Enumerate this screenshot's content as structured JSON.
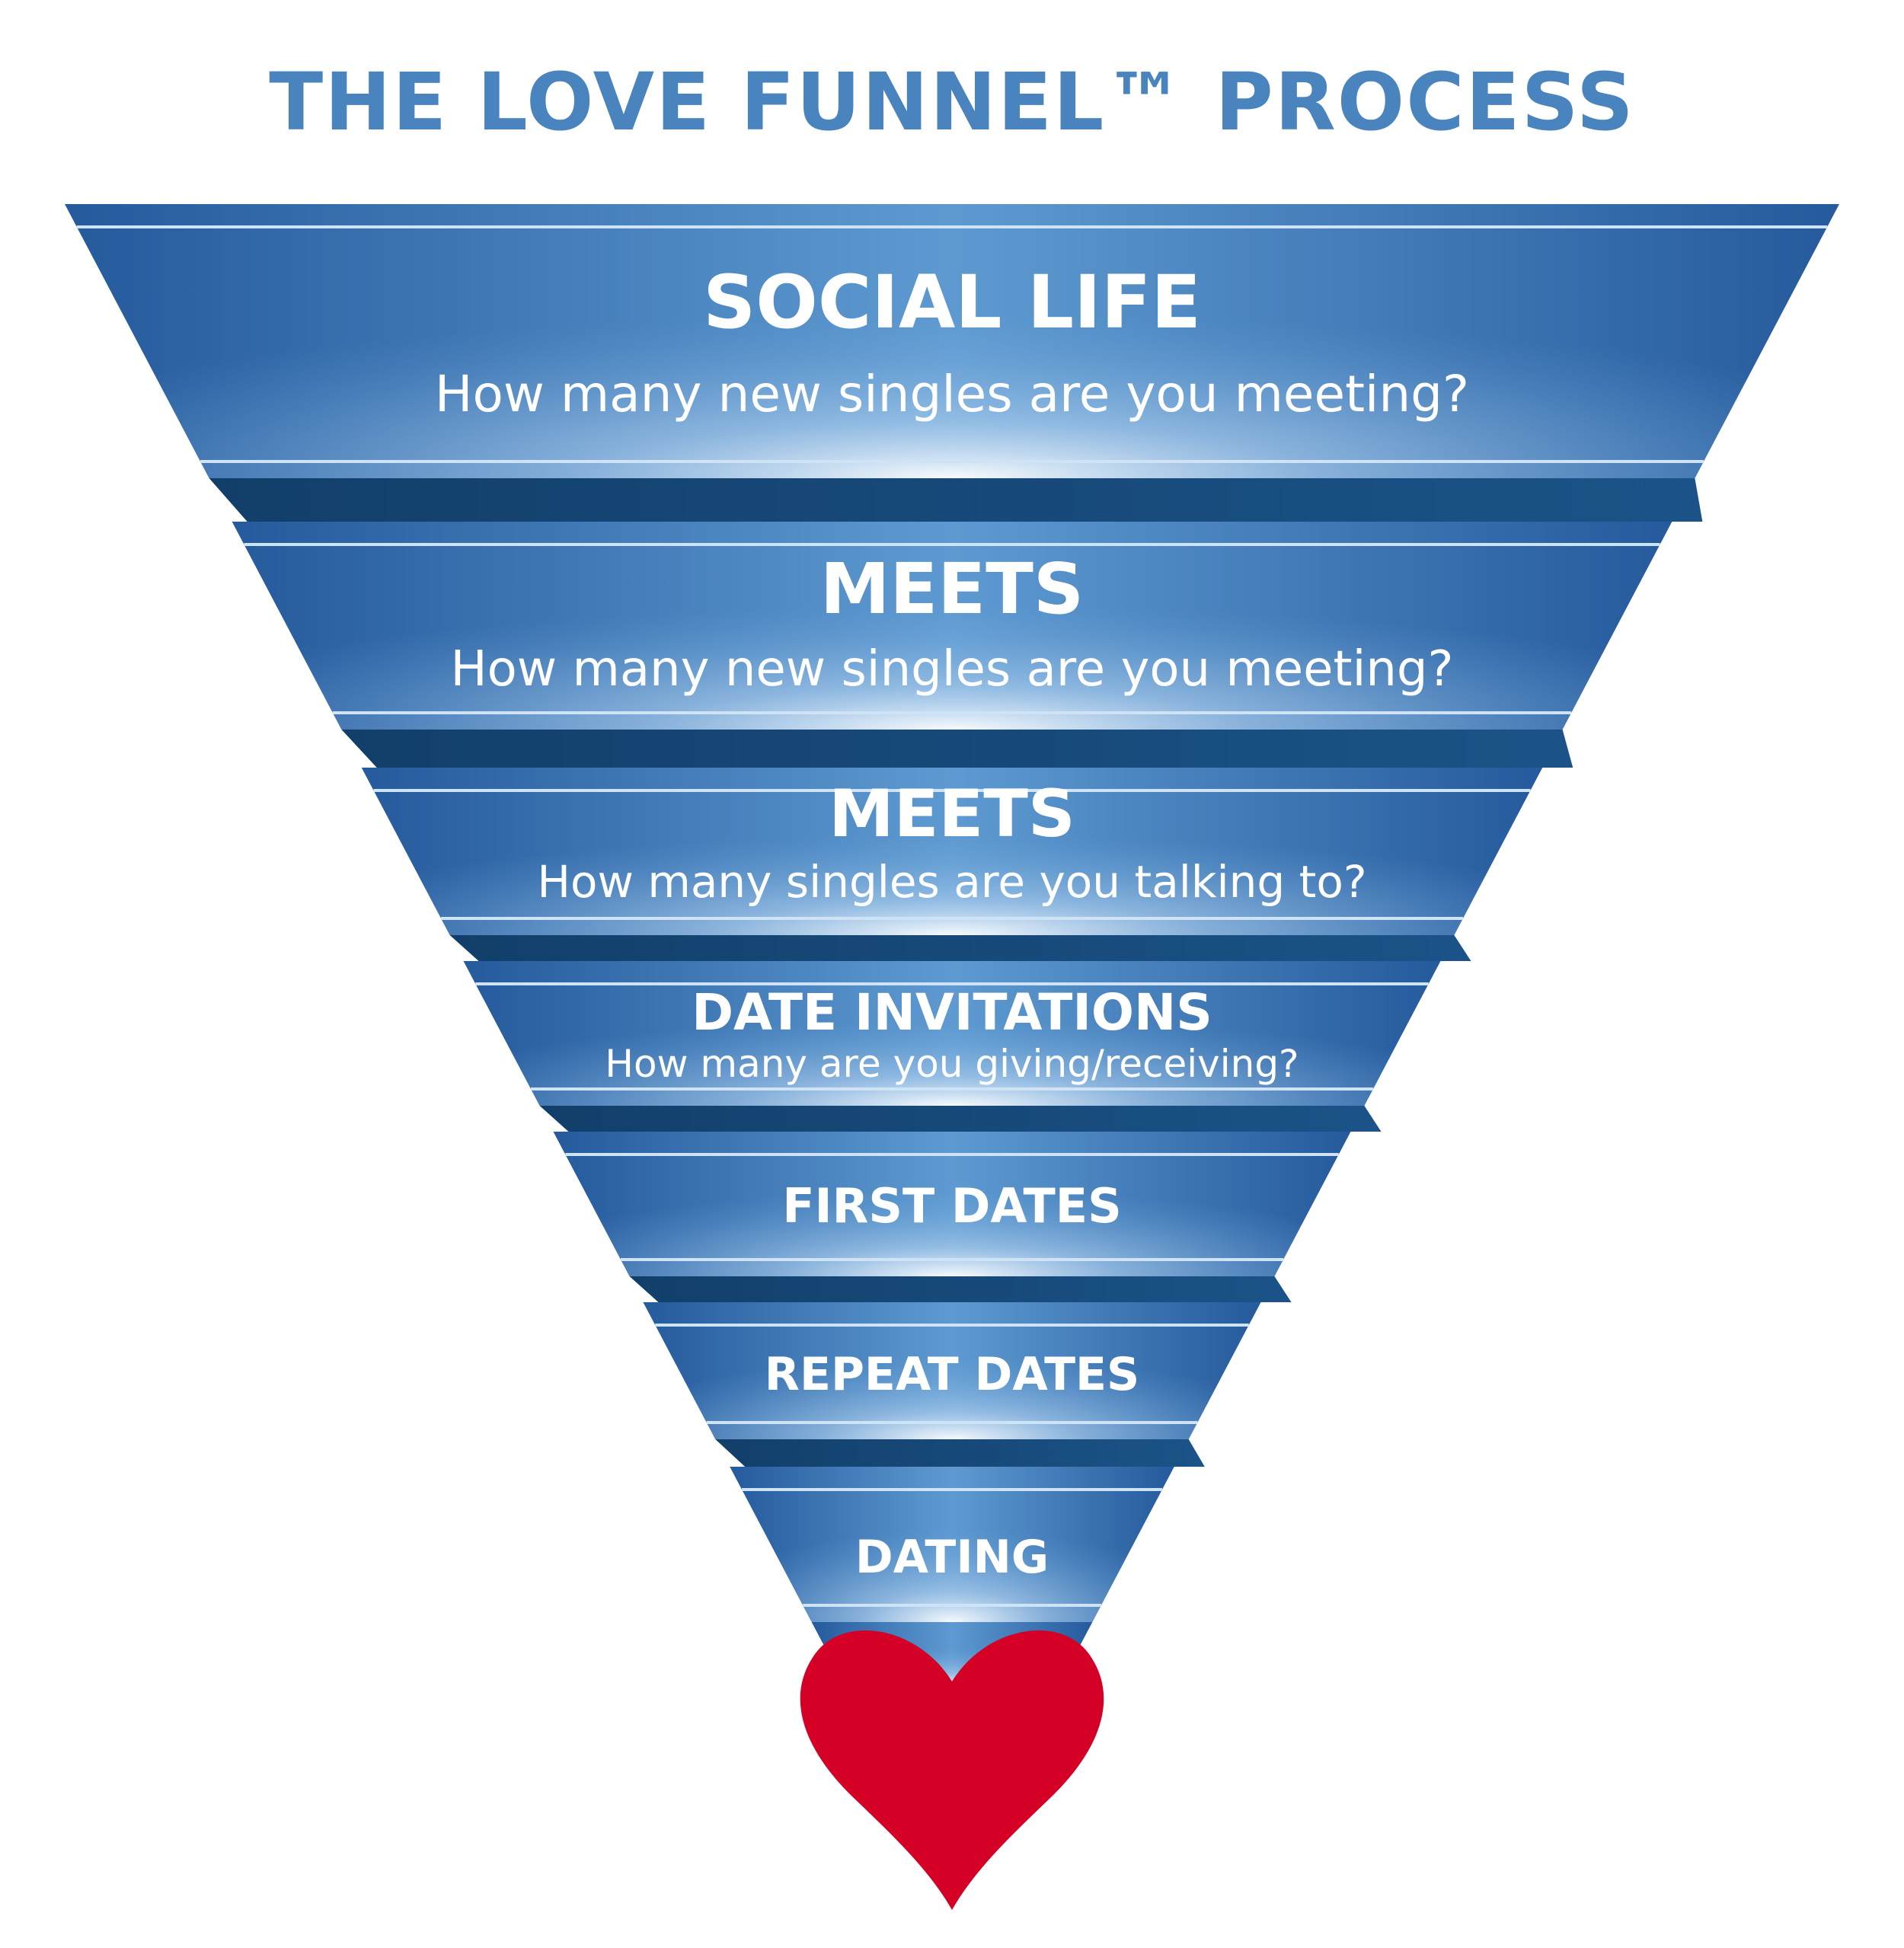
{
  "title": "THE LOVE FUNNEL™ PROCESS",
  "colors": {
    "title": "#4a84be",
    "band_dark": "#255a9c",
    "band_light": "#6fa8dc",
    "band_shadow": "#164a7a",
    "heart": "#d40026"
  },
  "stages": [
    {
      "heading": "SOCIAL LIFE",
      "subtitle": "How many new singles are you meeting?"
    },
    {
      "heading": "MEETS",
      "subtitle": "How many new singles are you meeting?"
    },
    {
      "heading": "MEETS",
      "subtitle": "How many singles are you talking to?"
    },
    {
      "heading": "DATE INVITATIONS",
      "subtitle": "How many are you giving/receiving?"
    },
    {
      "heading": "FIRST DATES",
      "subtitle": ""
    },
    {
      "heading": "REPEAT DATES",
      "subtitle": ""
    },
    {
      "heading": "DATING",
      "subtitle": ""
    }
  ],
  "icons": {
    "end": "heart-icon"
  }
}
